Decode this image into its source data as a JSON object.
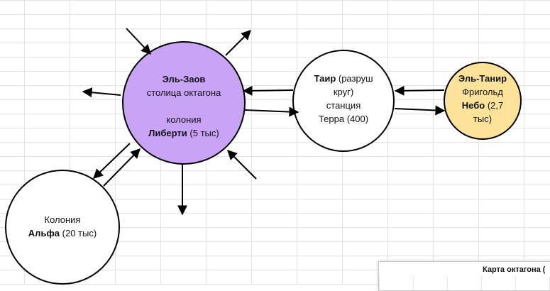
{
  "nodes": {
    "el_zaov": {
      "line1_bold": "Эль-Заов",
      "line2": "столица октагона",
      "line3": "колония",
      "line4_bold": "Либерти",
      "line4_rest": " (5 тыс)",
      "fill": "#c9a3f5"
    },
    "tair": {
      "line1_bold": "Таир",
      "line1_rest": " (разруш",
      "line2": "круг)",
      "line3": "станция",
      "line4": "Терра (400)",
      "fill": "#ffffff"
    },
    "el_tanir": {
      "line1_bold": "Эль-Танир",
      "line2": "Фригольд",
      "line3_bold": "Небо",
      "line3_rest": " (2,7",
      "line4": "тыс)",
      "fill": "#fde39a"
    },
    "alfa": {
      "line1": "Колония",
      "line2_bold": "Альфа",
      "line2_rest": " (20 тыс)",
      "fill": "#ffffff"
    }
  },
  "sheet_popup": {
    "title": "Карта октагона ("
  },
  "colors": {
    "grid_line": "#e3e3e3",
    "stroke": "#000000"
  }
}
